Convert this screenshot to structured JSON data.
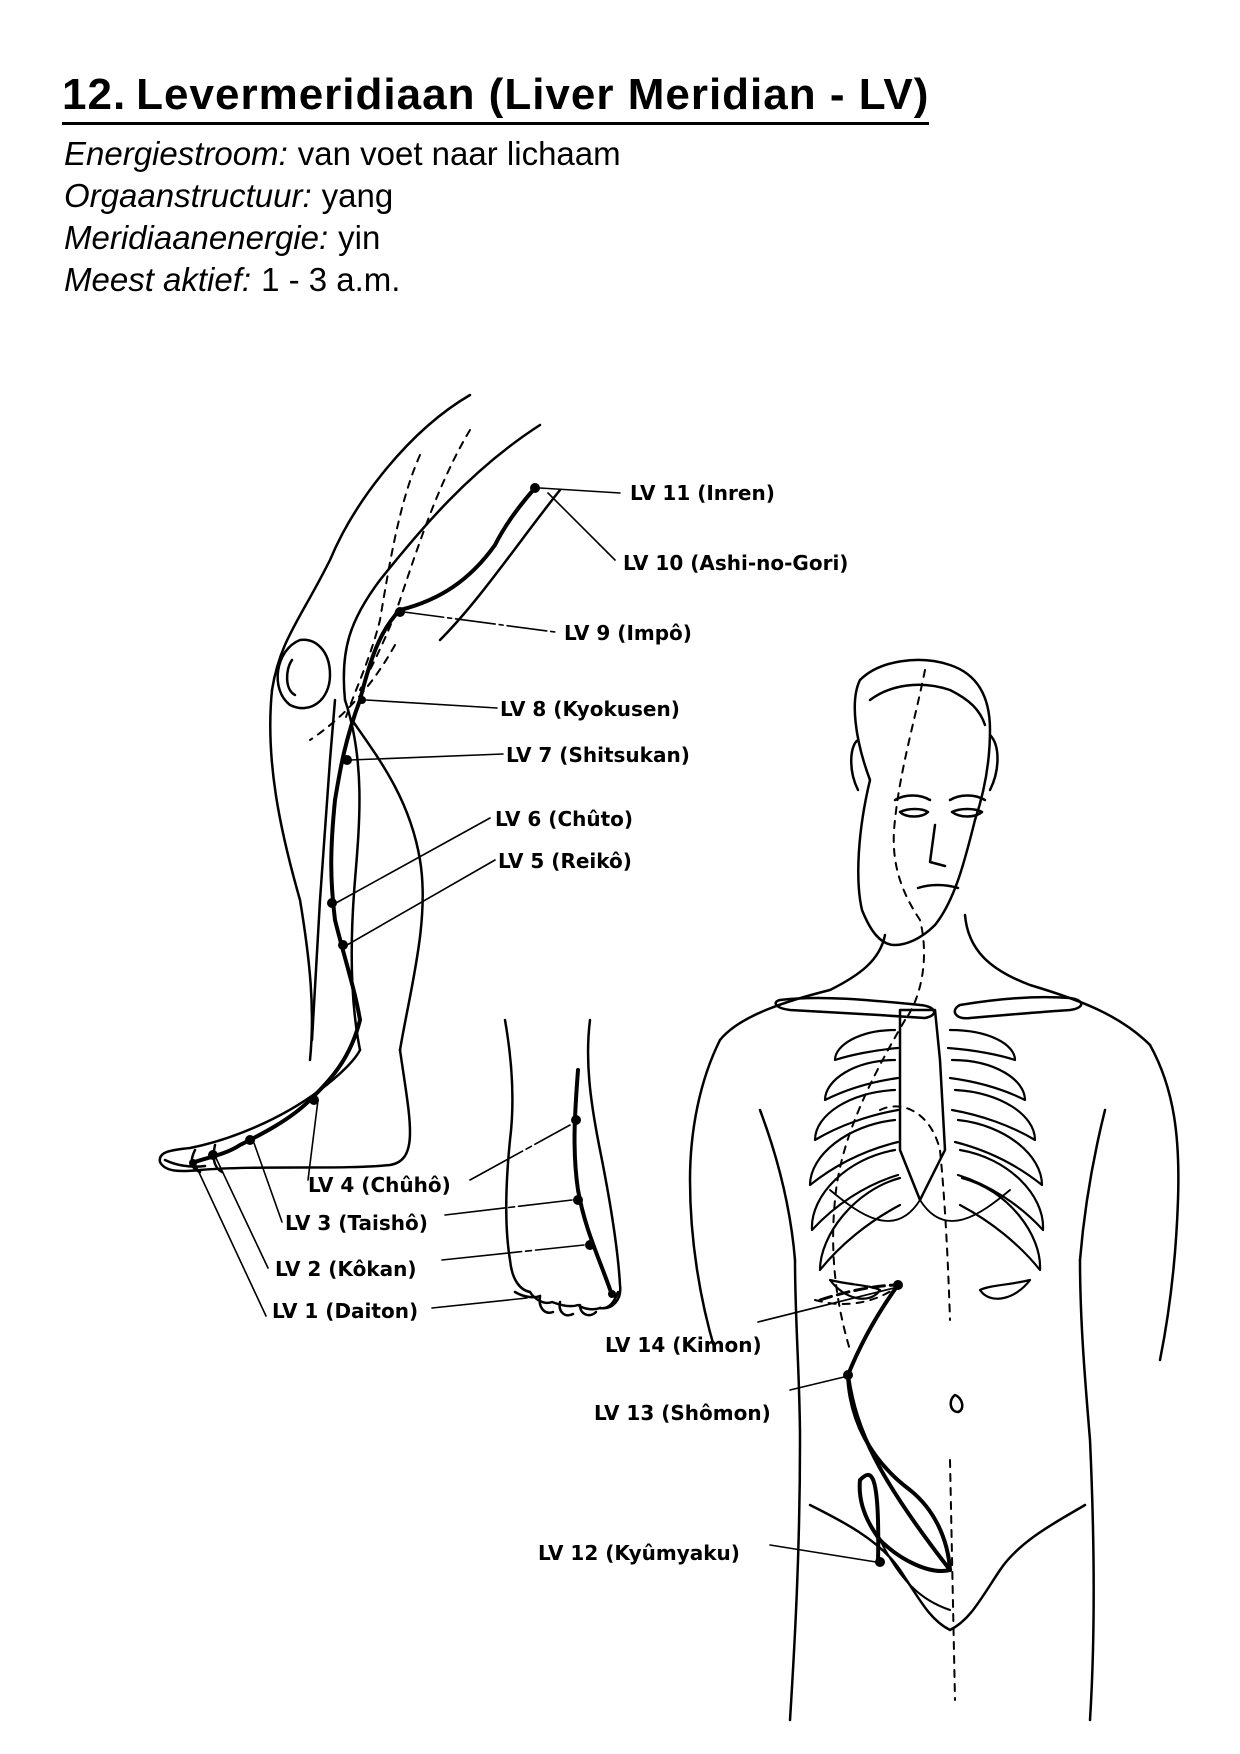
{
  "header": {
    "number": "12.",
    "title": "Levermeridiaan (Liver Meridian - LV)"
  },
  "info": [
    {
      "key": "Energiestroom:",
      "value": "van voet naar lichaam"
    },
    {
      "key": "Orgaanstructuur:",
      "value": "yang"
    },
    {
      "key": "Meridiaanenergie:",
      "value": "yin"
    },
    {
      "key": "Meest aktief:",
      "value": "1 - 3 a.m."
    }
  ],
  "points": {
    "lv11": "LV 11 (Inren)",
    "lv10": "LV 10 (Ashi-no-Gori)",
    "lv9": "LV 9 (Impô)",
    "lv8": "LV 8 (Kyokusen)",
    "lv7": "LV 7 (Shitsukan)",
    "lv6": "LV 6 (Chûto)",
    "lv5": "LV 5 (Reikô)",
    "lv4": "LV 4 (Chûhô)",
    "lv3": "LV 3 (Taishô)",
    "lv2": "LV 2 (Kôkan)",
    "lv1": "LV 1 (Daiton)",
    "lv14": "LV 14 (Kimon)",
    "lv13": "LV 13 (Shômon)",
    "lv12": "LV 12 (Kyûmyaku)"
  }
}
